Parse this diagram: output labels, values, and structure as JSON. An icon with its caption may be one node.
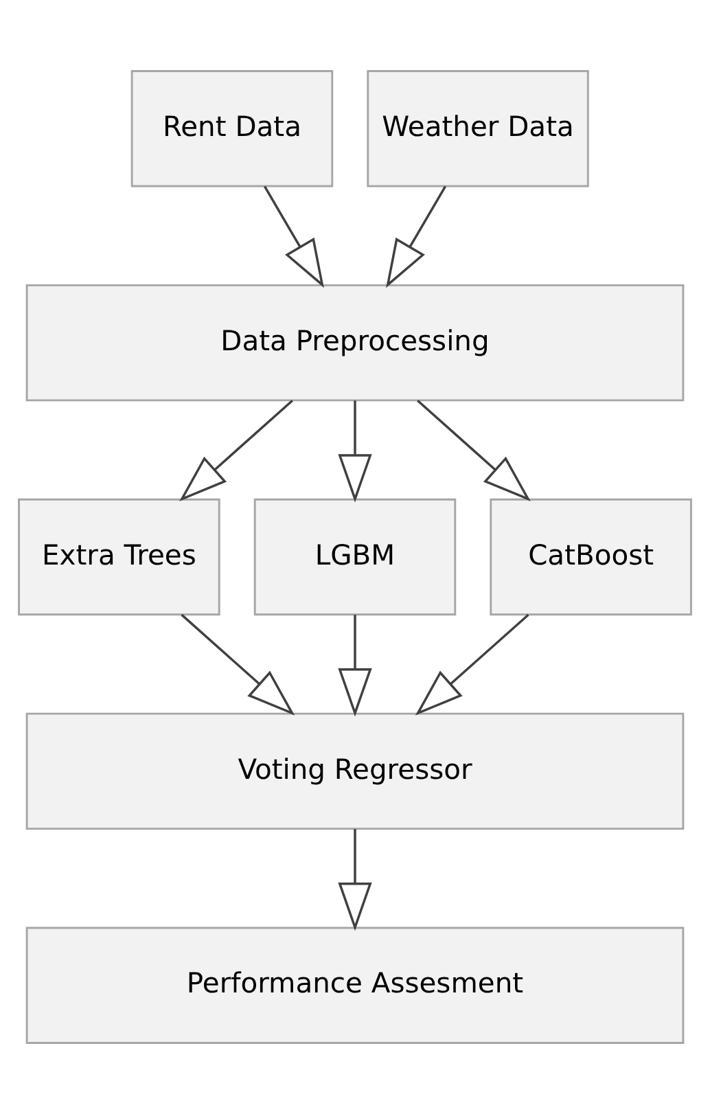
{
  "diagram": {
    "nodes": [
      {
        "text": [
          "Rent Data"
        ]
      },
      {
        "text": [
          "Weather Data"
        ]
      },
      {
        "text": [
          "Data Preprocessing"
        ]
      },
      {
        "text": [
          "Extra Trees"
        ]
      },
      {
        "text": [
          "LGBM"
        ]
      },
      {
        "text": [
          "CatBoost"
        ]
      },
      {
        "text": [
          "Voting Regressor"
        ]
      },
      {
        "text": [
          "Performance Assesment"
        ]
      }
    ],
    "edges": [
      {
        "from": 0,
        "to": 2,
        "arrow": "to"
      },
      {
        "from": 1,
        "to": 2,
        "arrow": "to"
      },
      {
        "from": 2,
        "to": 3,
        "arrow": "to"
      },
      {
        "from": 2,
        "to": 4,
        "arrow": "to"
      },
      {
        "from": 2,
        "to": 5,
        "arrow": "to"
      },
      {
        "from": 3,
        "to": 6,
        "arrow": "to"
      },
      {
        "from": 4,
        "to": 6,
        "arrow": "to"
      },
      {
        "from": 5,
        "to": 6,
        "arrow": "to"
      },
      {
        "from": 6,
        "to": 7,
        "arrow": "to"
      }
    ]
  }
}
